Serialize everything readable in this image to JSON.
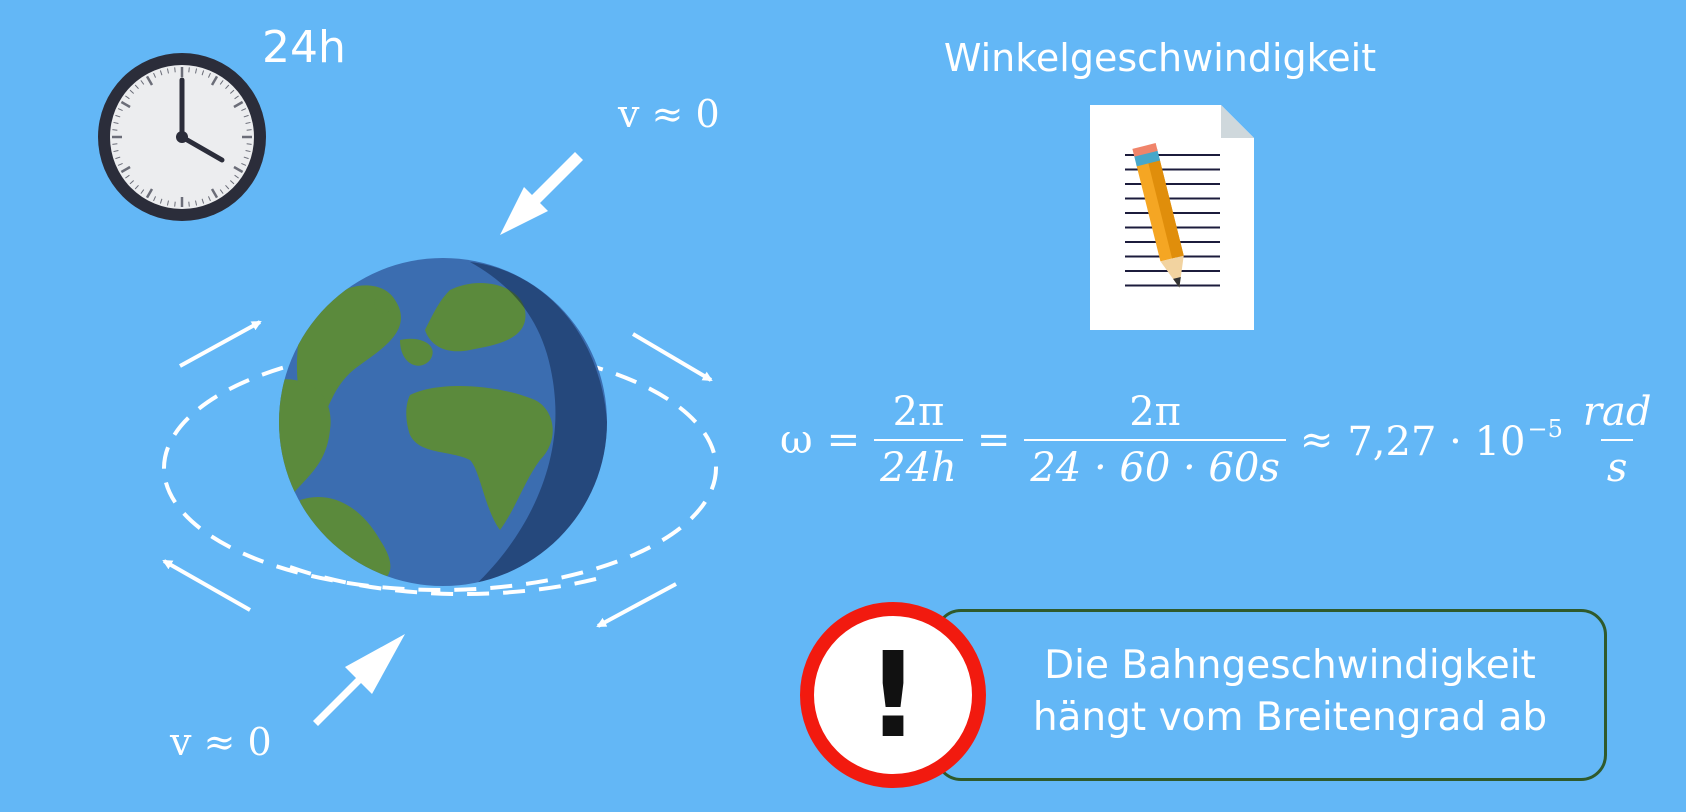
{
  "clock": {
    "label": "24h",
    "icon": "clock-icon"
  },
  "earth": {
    "icon": "earth-globe-icon"
  },
  "velocity": {
    "top_label": "v ≈ 0",
    "bottom_label": "v ≈ 0"
  },
  "heading": "Winkelgeschwindigkeit",
  "document": {
    "icon": "document-pencil-icon"
  },
  "formula": {
    "omega": "ω",
    "eq1": "=",
    "frac1_num": "2π",
    "frac1_den": "24h",
    "eq2": "=",
    "frac2_num": "2π",
    "frac2_den": "24 · 60 · 60s",
    "approx": "≈",
    "value": "7,27 · 10",
    "exponent": "−5",
    "unit_num": "rad",
    "unit_den": "s"
  },
  "notice": {
    "icon": "warning-exclamation-icon",
    "mark": "!",
    "line1": "Die Bahngeschwindigkeit",
    "line2": "hängt vom Breitengrad ab"
  },
  "colors": {
    "background": "#63b7f6",
    "ocean": "#3b6db0",
    "land": "#5b8a3c",
    "warning_red": "#f21a0f",
    "box_border": "#2f5a2c"
  }
}
